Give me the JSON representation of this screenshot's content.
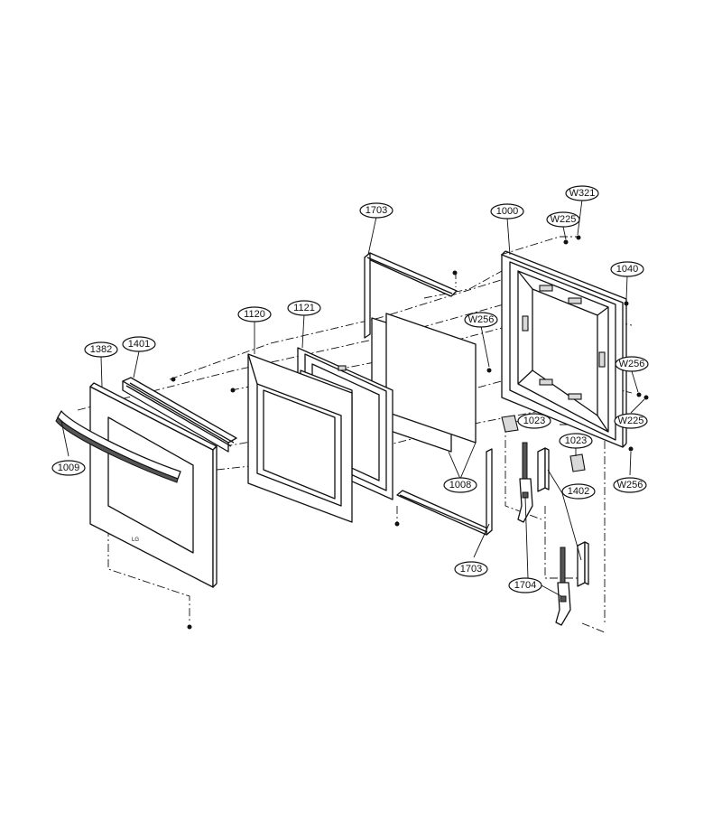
{
  "callouts": {
    "c1703_top": "1703",
    "c1000": "1000",
    "cW321": "W321",
    "cW225_top": "W225",
    "c1040": "1040",
    "c1120": "1120",
    "c1121": "1121",
    "cW256_mid": "W256",
    "c1382": "1382",
    "c1401": "1401",
    "cW256_right": "W256",
    "c1023_a": "1023",
    "cW225_right": "W225",
    "c1023_b": "1023",
    "c1009": "1009",
    "c1008": "1008",
    "cW256_bottom": "W256",
    "c1402": "1402",
    "c1703_bottom": "1703",
    "c1704": "1704"
  }
}
